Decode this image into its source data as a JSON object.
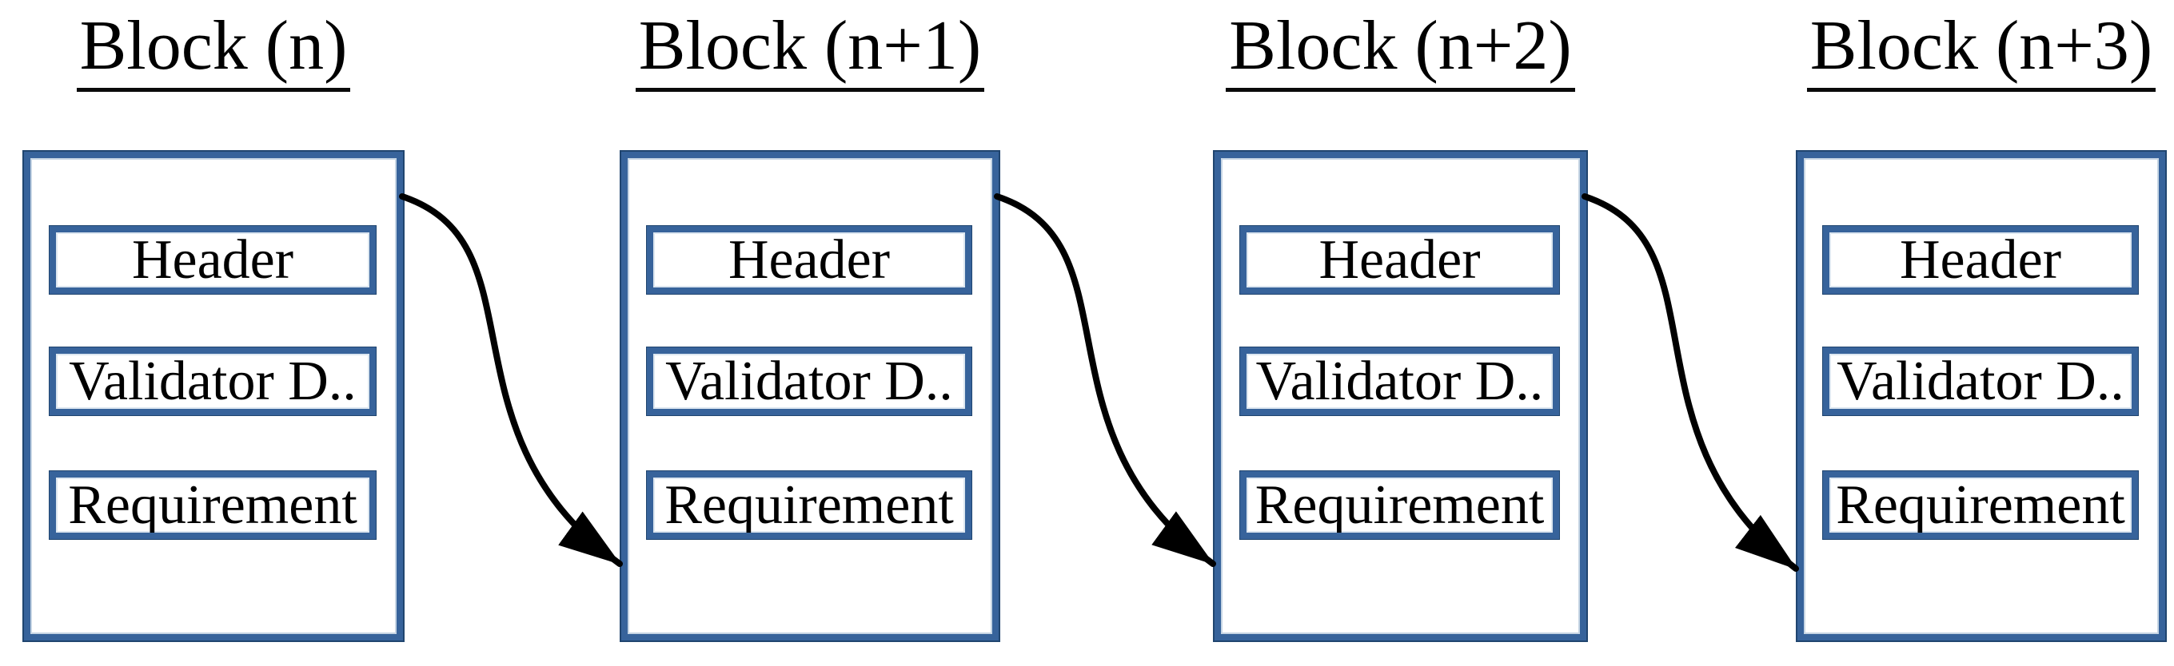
{
  "diagram": {
    "type": "blockchain-flow",
    "background_color": "#ffffff",
    "box_border_color": "#37639b",
    "box_border_dark_edge": "#20456f",
    "arrow_color": "#000000",
    "text_color": "#000000",
    "blocks": [
      {
        "title": "Block (n)",
        "fields": [
          "Header",
          "Validator D..",
          "Requirement"
        ]
      },
      {
        "title": "Block (n+1)",
        "fields": [
          "Header",
          "Validator D..",
          "Requirement"
        ]
      },
      {
        "title": "Block (n+2)",
        "fields": [
          "Header",
          "Validator D..",
          "Requirement"
        ]
      },
      {
        "title": "Block (n+3)",
        "fields": [
          "Header",
          "Validator D..",
          "Requirement"
        ]
      }
    ],
    "arrows": [
      {
        "from": "Block (n)",
        "to": "Block (n+1)"
      },
      {
        "from": "Block (n+1)",
        "to": "Block (n+2)"
      },
      {
        "from": "Block (n+2)",
        "to": "Block (n+3)"
      }
    ]
  }
}
